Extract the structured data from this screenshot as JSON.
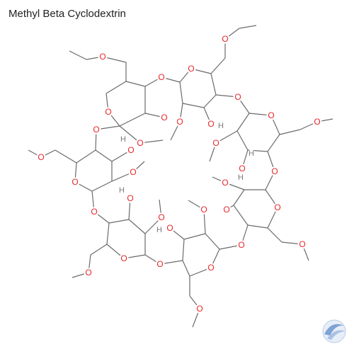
{
  "title": "Methyl Beta Cyclodextrin",
  "labels": {
    "oxygen": "O",
    "hydrogen": "H"
  },
  "colors": {
    "bond": "#6b6b6b",
    "oxygen": "#e8262a",
    "hydrogen": "#7a7a7a",
    "title": "#222222",
    "logo_blue": "#7fa3d4"
  },
  "logo": "cyclodextrin-company-logo"
}
